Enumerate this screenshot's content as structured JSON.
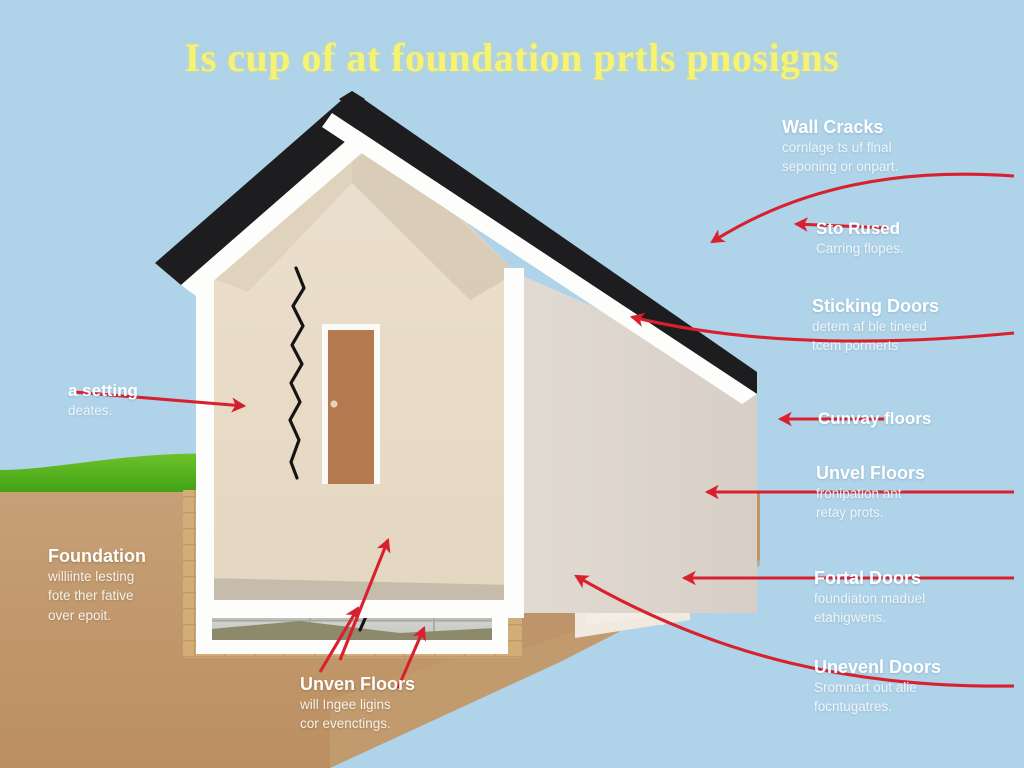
{
  "title": "Is cup of at foundation prtls pnosigns",
  "colors": {
    "sky": "#afd3e9",
    "title_yellow": "#f6f272",
    "arrow_red": "#d9202f",
    "arrow_dark_red": "#b51c33",
    "roof_dark": "#1d1d1f",
    "wall_cream": "#e9ddc9",
    "wall_side": "#dfd7cd",
    "trim_white": "#fdfdfb",
    "door_brown": "#b5794f",
    "soil_tan": "#c49a6c",
    "grass_green": "#57b51f",
    "block_gray": "#c9c9c6",
    "brick_tan": "#d6b07a",
    "basement_floor": "#8c8a6a",
    "window_blue": "#9fd3f2"
  },
  "labels": {
    "wall_cracks": {
      "heading": "Wall Cracks",
      "line1": "cornlage ts uf flnal",
      "line2": "seponing or onpart."
    },
    "sto_rused": {
      "heading": "Sto Rused",
      "line1": "Carring flopes."
    },
    "sticking_doors": {
      "heading": "Sticking Doors",
      "line1": "detem af ble tineed",
      "line2": "tcem pormerts"
    },
    "cunvay_floors": {
      "heading": "Cunvay floors"
    },
    "unvel_floors": {
      "heading": "Unvel Floors",
      "line1": "fronipation ant",
      "line2": "retay prots."
    },
    "fortal_doors": {
      "heading": "Fortal Doors",
      "line1": "foundiaton maduel",
      "line2": "etahigwens."
    },
    "uneven_doors": {
      "heading": "Unevenl Doors",
      "line1": "Sromnart out alie",
      "line2": "focntugatres."
    },
    "a_setting": {
      "heading": "a setting",
      "line1": "deates."
    },
    "foundation": {
      "heading": "Foundation",
      "line1": "williinte lesting",
      "line2": "fote ther fative",
      "line3": "over epoit."
    },
    "unven_floors": {
      "heading": "Unven Floors",
      "line1": "will Ingee ligins",
      "line2": "cor evenctings."
    }
  },
  "scene": {
    "house": "cutaway-house-with-basement",
    "roof": "gable-roof-dark-shingle",
    "door": "interior-brown-door",
    "wall_crack": "vertical-zigzag-crack",
    "basement_crack": "diagonal-block-wall-crack",
    "basement_spall": "spalled-block-patch",
    "alcove_window": "blue-window-pane",
    "ground": "soil-cross-section",
    "hill": "green-grass-hill"
  },
  "arrows": [
    {
      "name": "arrow-wall-cracks",
      "target": "roof-right-slope"
    },
    {
      "name": "arrow-sto-rused",
      "target": "sky-right"
    },
    {
      "name": "arrow-sticking-doors",
      "target": "roof-eave-right"
    },
    {
      "name": "arrow-cunvay-floors",
      "target": "sky-mid-right"
    },
    {
      "name": "arrow-unvel-floors",
      "target": "alcove-top"
    },
    {
      "name": "arrow-fortal-doors",
      "target": "alcove-jamb"
    },
    {
      "name": "arrow-uneven-doors",
      "target": "alcove-left-post"
    },
    {
      "name": "arrow-a-setting",
      "target": "front-wall-crack"
    },
    {
      "name": "arrow-unven-floors-left",
      "target": "basement-crack-lower"
    },
    {
      "name": "arrow-unven-floors-right",
      "target": "basement-floor"
    },
    {
      "name": "arrow-basement-spall",
      "target": "basement-spall-patch"
    }
  ]
}
